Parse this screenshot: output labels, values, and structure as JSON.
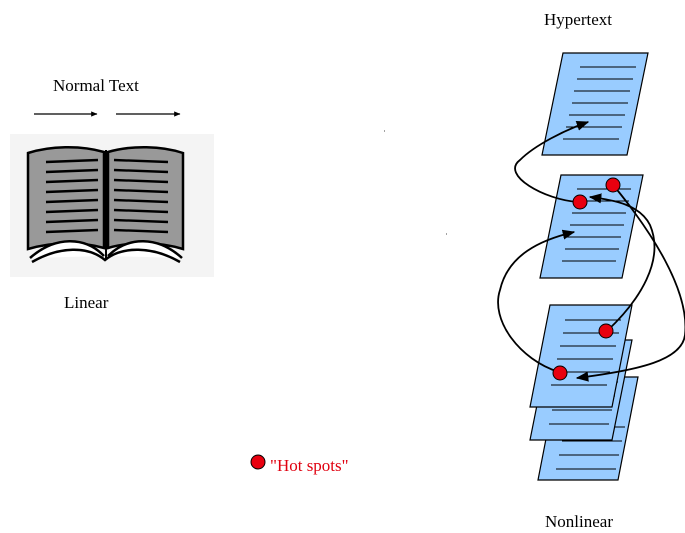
{
  "labels": {
    "normal_text": "Normal Text",
    "linear": "Linear",
    "hypertext": "Hypertext",
    "nonlinear": "Nonlinear",
    "hot_spots": "\"Hot spots\""
  },
  "colors": {
    "page_fill": "#99ccff",
    "hot_spot": "#e8000f",
    "book_gray": "#999999"
  }
}
